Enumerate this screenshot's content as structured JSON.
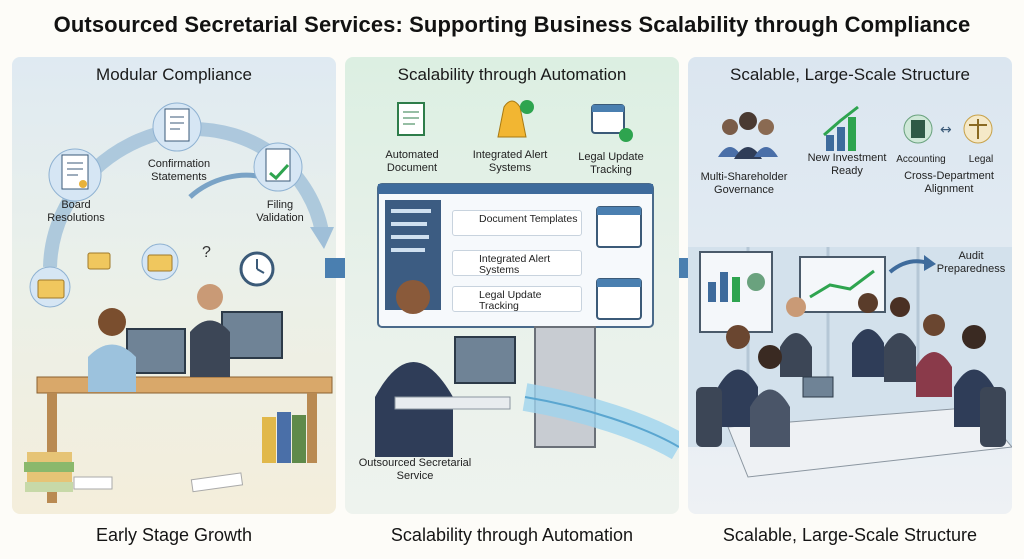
{
  "title": "Outsourced Secretarial Services: Supporting Business Scalability through Compliance",
  "panels": [
    {
      "heading": "Modular Compliance",
      "labels": {
        "board": "Board Resolutions",
        "confirmation": "Confirmation Statements",
        "filing": "Filing Validation"
      },
      "caption": "Early Stage Growth"
    },
    {
      "heading": "Scalability through Automation",
      "labels": {
        "automated_document": "Automated Document",
        "integrated_alerts": "Integrated Alert Systems",
        "legal_tracking": "Legal Update Tracking",
        "row_templates": "Document Templates",
        "row_alerts": "Integrated Alert Systems",
        "row_legal": "Legal Update Tracking",
        "outsourced": "Outsourced Secretarial Service"
      },
      "caption": "Scalability through Automation"
    },
    {
      "heading": "Scalable, Large-Scale Structure",
      "labels": {
        "multi_shareholder": "Multi-Shareholder Governance",
        "investment": "New Investment Ready",
        "accounting": "Accounting",
        "legal": "Legal",
        "cross_department": "Cross-Department Alignment",
        "audit": "Audit Preparedness"
      },
      "caption": "Scalable, Large-Scale Structure"
    }
  ],
  "colors": {
    "accent_blue": "#4a7fb0",
    "check_green": "#2ea44f",
    "alert_yellow": "#f2b632"
  }
}
